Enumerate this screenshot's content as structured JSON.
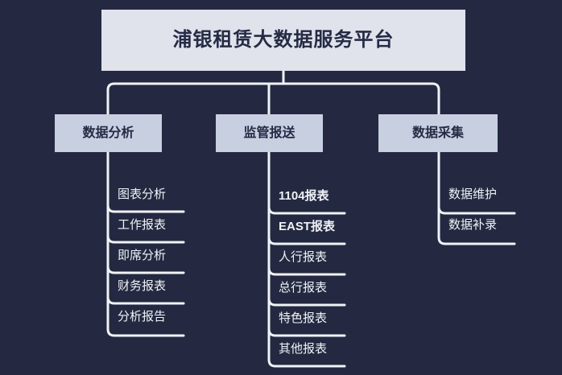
{
  "diagram": {
    "type": "organization-tree",
    "background_color": "#242941",
    "root_box_color": "#e0e3ec",
    "branch_box_color": "#c7cfe0",
    "box_text_color": "#252b45",
    "leaf_text_color": "#f0f2f6",
    "connector_color": "#f0f2f6",
    "root": {
      "label": "浦银租赁大数据服务平台"
    },
    "branches": [
      {
        "label": "数据分析",
        "leaves": [
          {
            "label": "图表分析",
            "bold": false
          },
          {
            "label": "工作报表",
            "bold": false
          },
          {
            "label": "即席分析",
            "bold": false
          },
          {
            "label": "财务报表",
            "bold": false
          },
          {
            "label": "分析报告",
            "bold": false
          }
        ]
      },
      {
        "label": "监管报送",
        "leaves": [
          {
            "label": "1104报表",
            "bold": true
          },
          {
            "label": "EAST报表",
            "bold": true
          },
          {
            "label": "人行报表",
            "bold": false
          },
          {
            "label": "总行报表",
            "bold": false
          },
          {
            "label": "特色报表",
            "bold": false
          },
          {
            "label": "其他报表",
            "bold": false
          }
        ]
      },
      {
        "label": "数据采集",
        "leaves": [
          {
            "label": "数据维护",
            "bold": false
          },
          {
            "label": "数据补录",
            "bold": false
          }
        ]
      }
    ]
  }
}
